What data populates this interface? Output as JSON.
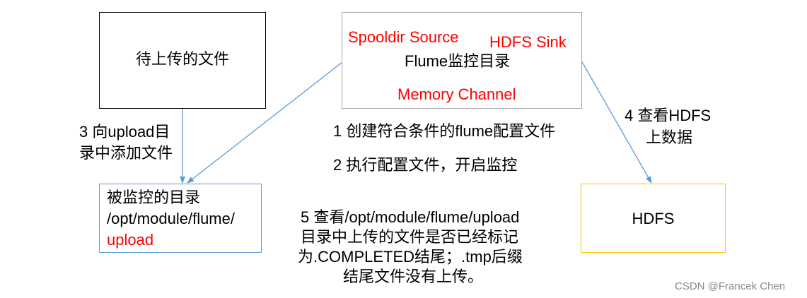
{
  "colors": {
    "arrow": "#5b9bd5",
    "box_default": "#000000",
    "box_flume": "#a6a6a6",
    "box_monitored": "#5b9bd5",
    "box_hdfs": "#ffc000",
    "highlight": "#ff0000"
  },
  "files_box": {
    "label": "待上传的文件"
  },
  "flume_box": {
    "source": "Spooldir Source",
    "sink": "HDFS Sink",
    "title": "Flume监控目录",
    "channel": "Memory Channel"
  },
  "monitored_box": {
    "line1": "被监控的目录",
    "line2": "/opt/module/flume/",
    "line3": "upload"
  },
  "hdfs_box": {
    "label": "HDFS"
  },
  "steps": {
    "step1": "1 创建符合条件的flume配置文件",
    "step2": "2 执行配置文件，开启监控",
    "step3_line1": "3 向upload目",
    "step3_line2": "录中添加文件",
    "step4_line1": "4 查看HDFS",
    "step4_line2": "上数据",
    "step5_line1": "5 查看/opt/module/flume/upload",
    "step5_line2": "目录中上传的文件是否已经标记",
    "step5_line3": "为.COMPLETED结尾；.tmp后缀",
    "step5_line4": "结尾文件没有上传。"
  },
  "watermark": "CSDN @Francek Chen"
}
